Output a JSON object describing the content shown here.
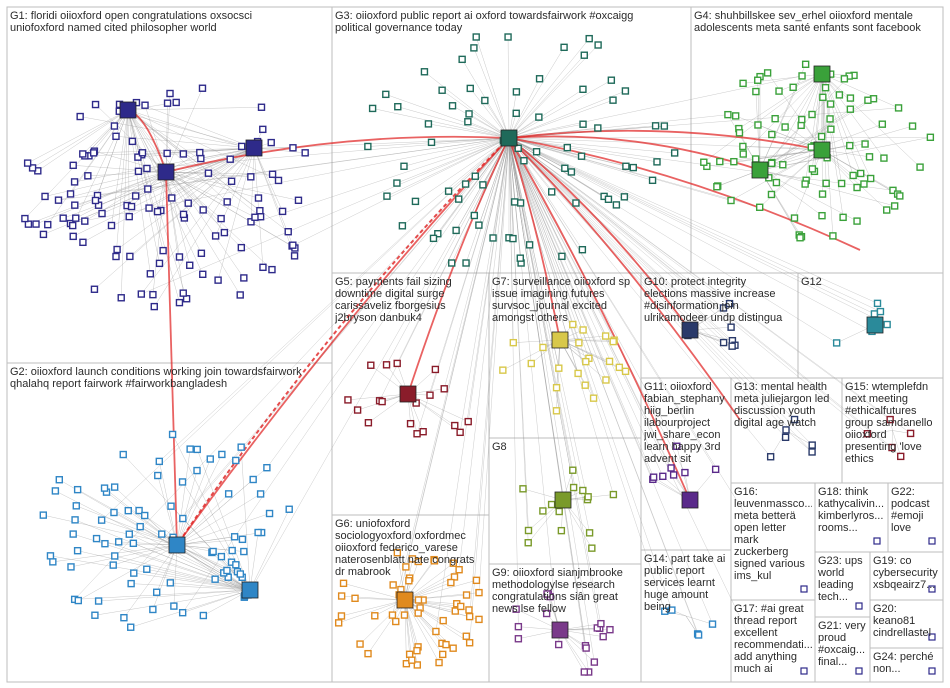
{
  "colors": {
    "background": "#ffffff",
    "box_border": "#bdbdbd",
    "edge_light": "#9a9a9a",
    "edge_red": "#e02020",
    "g1": "#2e2a8a",
    "g2": "#2f86c6",
    "g3": "#1f6a5a",
    "g4": "#3aa13a",
    "g5": "#8a1c2a",
    "g6": "#e08a1e",
    "g7": "#d8c84a",
    "g8": "#7a9a2a",
    "g9": "#7a3a8a",
    "g10": "#2a3a6a",
    "g11": "#5a2a8a",
    "g12": "#2a8a9a"
  },
  "groups": [
    {
      "id": "G1",
      "text": "G1: floridi oiioxford open congratulations oxsocsci\nuniofoxford named cited philosopher world"
    },
    {
      "id": "G2",
      "text": "G2: oiioxford launch conditions working join towardsfairwork\nqhalahq report fairwork #fairworkbangladesh"
    },
    {
      "id": "G3",
      "text": "G3: oiioxford public report ai oxford towardsfairwork #oxcaigg\npolitical governance today"
    },
    {
      "id": "G4",
      "text": "G4: shuhbillskee sev_erhel oiioxford mentale\nadolescents meta santé enfants sont facebook"
    },
    {
      "id": "G5",
      "text": "G5: payments fail sizing\ndowntime digital surge\ncarissaveliz fborgesius\nj2bryson danbuk4"
    },
    {
      "id": "G6",
      "text": "G6: uniofoxford\nsociologyoxford oxfordmec\noiioxford federico_varese\nnaterosenblatt nate congrats\ndr mabrook"
    },
    {
      "id": "G7",
      "text": "G7: surveillance oiioxford sp\nissue imagining futures\nsurvsoc_journal excited\namongst others"
    },
    {
      "id": "G8",
      "text": "G8"
    },
    {
      "id": "G9",
      "text": "G9: oiioxford sianjmbrooke\nmethodologylse research\ncongratulations siân great\nnews lse fellow"
    },
    {
      "id": "G10",
      "text": "G10: protect integrity\nelections massive increase\n#disinformation join\nulrikamodeer undp distingua"
    },
    {
      "id": "G11",
      "text": "G11: oiioxford\nfabian_stephany\nhiig_berlin\nilabourproject\njwi_share_econ\nlearn happy 3rd\nadvent sit"
    },
    {
      "id": "G12",
      "text": "G12"
    },
    {
      "id": "G13",
      "text": "G13: mental health\nmeta juliejargon led\ndiscussion youth\ndigital age watch"
    },
    {
      "id": "G14",
      "text": "G14: part take ai\npublic report\nservices learnt\nhuge amount\nbeing"
    },
    {
      "id": "G15",
      "text": "G15: wtemplefdn\nnext meeting\n#ethicalfutures\ngroup samdanello\noiioxford\npresenting 'love\nethics"
    },
    {
      "id": "G16",
      "text": "G16:\nleuvenmassco...\nmeta betterä\nopen letter\nmark\nzuckerberg\nsigned various\nims_kul"
    },
    {
      "id": "G17",
      "text": "G17: #ai great\nthread report\nexcellent\nrecommendati...\nadd anything\nmuch ai"
    },
    {
      "id": "G18",
      "text": "G18: think\nkathycalivin...\nkimberlyros...\nrooms..."
    },
    {
      "id": "G19",
      "text": "G19: co\ncybersecurity\nxsbqeairz7..."
    },
    {
      "id": "G20",
      "text": "G20:\nkeano81\ncindrellastel"
    },
    {
      "id": "G21",
      "text": "G21: very\nproud\n#oxcaig...\nfinal..."
    },
    {
      "id": "G22",
      "text": "G22:\npodcast\n#emoji\nlove"
    },
    {
      "id": "G23",
      "text": "G23: ups\nworld\nleading\ntech..."
    },
    {
      "id": "G24",
      "text": "G24: perché\nnon..."
    }
  ]
}
